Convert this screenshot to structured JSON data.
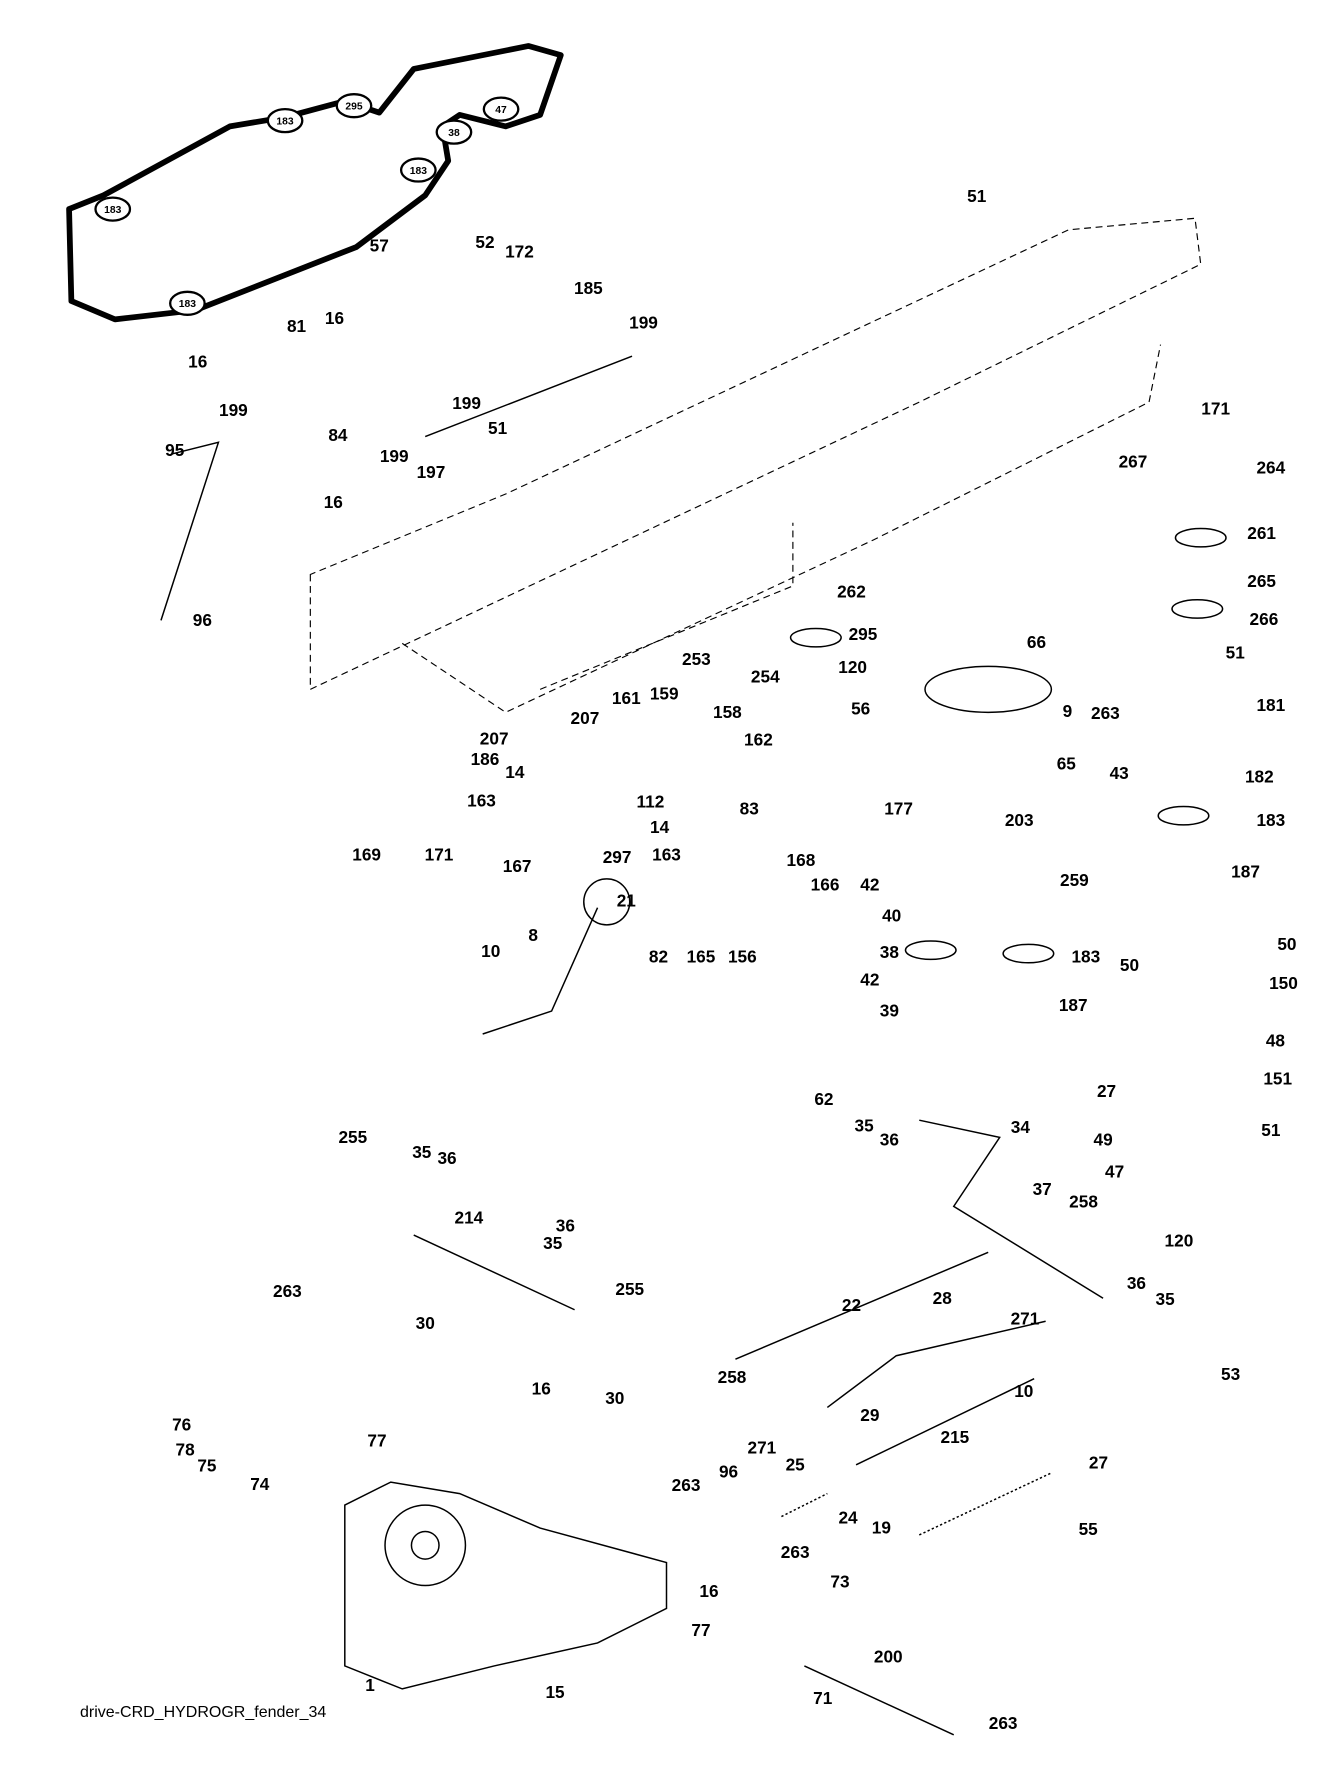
{
  "diagram": {
    "belt_labels": [
      "183",
      "295",
      "47",
      "38",
      "183",
      "183",
      "183"
    ],
    "callouts": [
      "57",
      "52",
      "172",
      "51",
      "185",
      "199",
      "81",
      "16",
      "16",
      "199",
      "51",
      "199",
      "84",
      "199",
      "197",
      "16",
      "95",
      "96",
      "171",
      "267",
      "264",
      "261",
      "265",
      "266",
      "51",
      "262",
      "295",
      "120",
      "253",
      "254",
      "66",
      "56",
      "9",
      "263",
      "181",
      "65",
      "43",
      "182",
      "203",
      "183",
      "187",
      "161",
      "159",
      "158",
      "207",
      "162",
      "207",
      "186",
      "14",
      "112",
      "14",
      "83",
      "163",
      "163",
      "297",
      "169",
      "171",
      "167",
      "177",
      "42",
      "168",
      "166",
      "259",
      "40",
      "21",
      "82",
      "165",
      "156",
      "38",
      "183",
      "42",
      "187",
      "39",
      "10",
      "8",
      "50",
      "50",
      "150",
      "48",
      "27",
      "151",
      "62",
      "35",
      "36",
      "34",
      "49",
      "47",
      "51",
      "37",
      "258",
      "120",
      "255",
      "35",
      "36",
      "214",
      "36",
      "35",
      "255",
      "22",
      "28",
      "36",
      "35",
      "263",
      "30",
      "271",
      "258",
      "53",
      "10",
      "29",
      "16",
      "30",
      "76",
      "78",
      "77",
      "75",
      "74",
      "215",
      "27",
      "271",
      "25",
      "96",
      "263",
      "24",
      "19",
      "55",
      "263",
      "73",
      "16",
      "200",
      "77",
      "1",
      "15",
      "71",
      "263"
    ]
  },
  "footer": "drive-CRD_HYDROGR_fender_34"
}
